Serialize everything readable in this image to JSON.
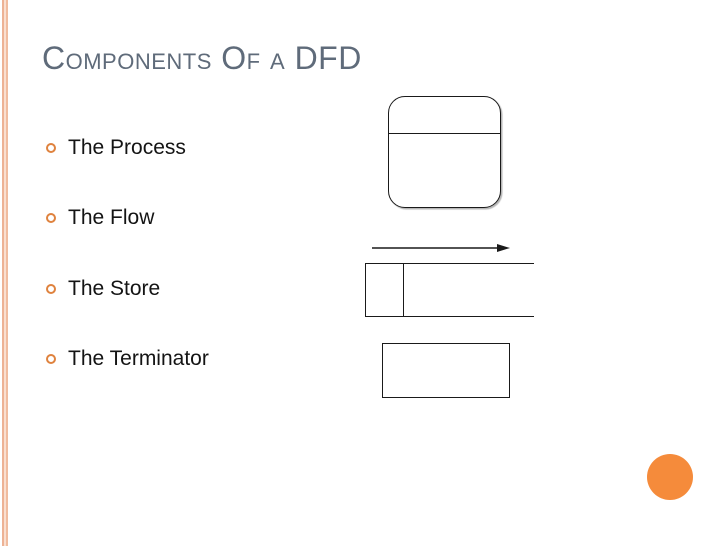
{
  "slide": {
    "title": "Components Of a DFD",
    "bullets": [
      {
        "label": "The Process",
        "symbol": "process-rounded-rectangle-icon"
      },
      {
        "label": "The Flow",
        "symbol": "flow-arrow-icon"
      },
      {
        "label": "The Store",
        "symbol": "store-open-rectangle-icon"
      },
      {
        "label": "The Terminator",
        "symbol": "terminator-rectangle-icon"
      }
    ]
  },
  "decorations": {
    "title_color": "#5f6b7a",
    "text_color": "#141414",
    "bullet_ring_color": "#df823e",
    "shape_outline_color": "#1a1a1a",
    "accent_circle_color": "#f58b3b",
    "frame_stripe_colors": [
      "#edb294",
      "#fadfd0",
      "#f0bb9e",
      "#efab7e",
      "#f8c9ab"
    ]
  }
}
